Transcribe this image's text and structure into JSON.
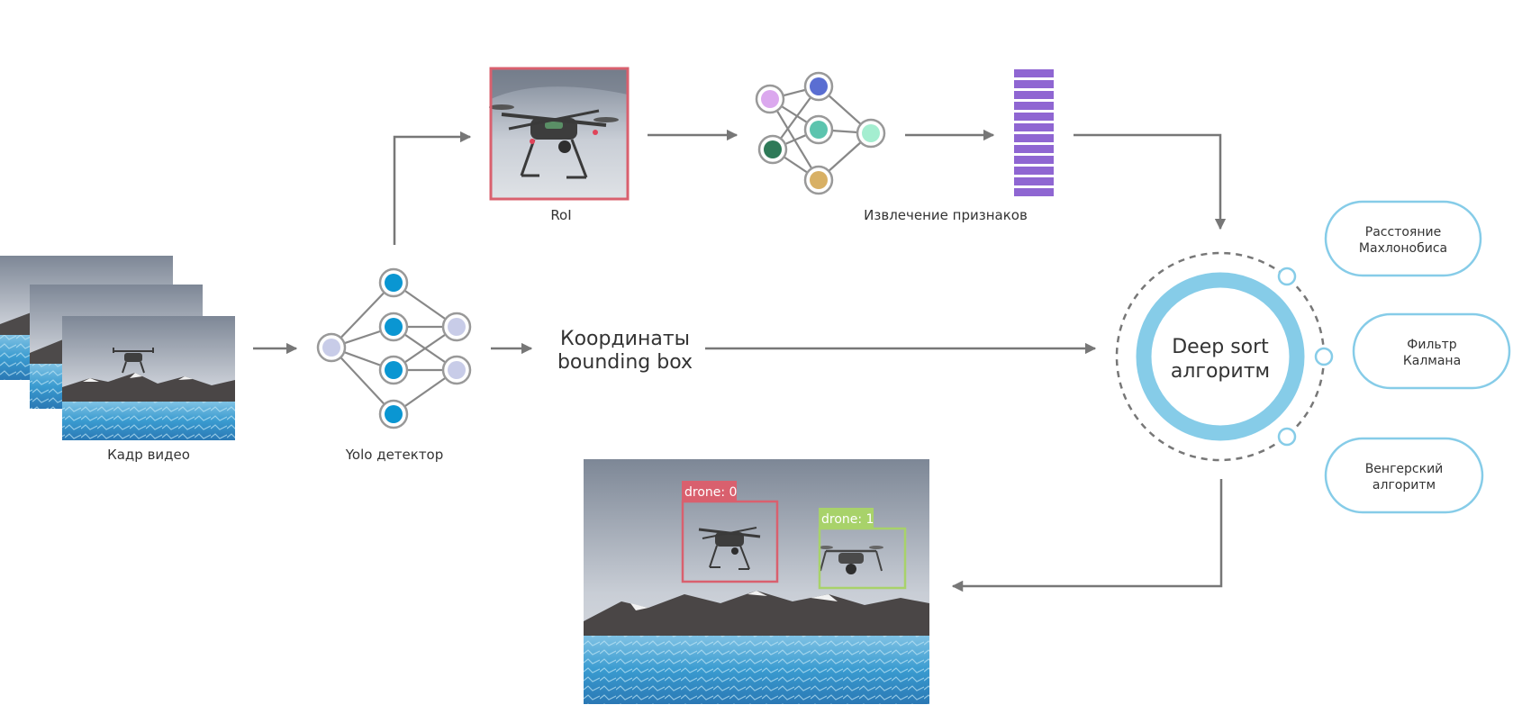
{
  "labels": {
    "video_frame": "Кадр видео",
    "yolo": "Yolo детектор",
    "roi": "RoI",
    "features": "Извлечение признаков",
    "coords_line1": "Координаты",
    "coords_line2": "bounding box",
    "deepsort_line1": "Deep sort",
    "deepsort_line2": "алгоритм"
  },
  "side_nodes": [
    {
      "line1": "Расстояние",
      "line2": "Махлонобиса"
    },
    {
      "line1": "Фильтр",
      "line2": "Калмана"
    },
    {
      "line1": "Венгерский",
      "line2": "алгоритм"
    }
  ],
  "detections": [
    {
      "label": "drone: 0",
      "color": "#d9606e"
    },
    {
      "label": "drone: 1",
      "color": "#a8d26a"
    }
  ],
  "colors": {
    "arrow": "#777777",
    "yolo_node": "#0a96d2",
    "yolo_input": "#c8cce8",
    "feature_vector": "#8f66d2",
    "ring": "#86cce8",
    "oval": "#86cce8",
    "roi_border": "#d9606e"
  },
  "feature_nodes": [
    "#dba8ee",
    "#5a6ed2",
    "#5cc4ae",
    "#a4eed0",
    "#2e7a58",
    "#d8b064"
  ]
}
